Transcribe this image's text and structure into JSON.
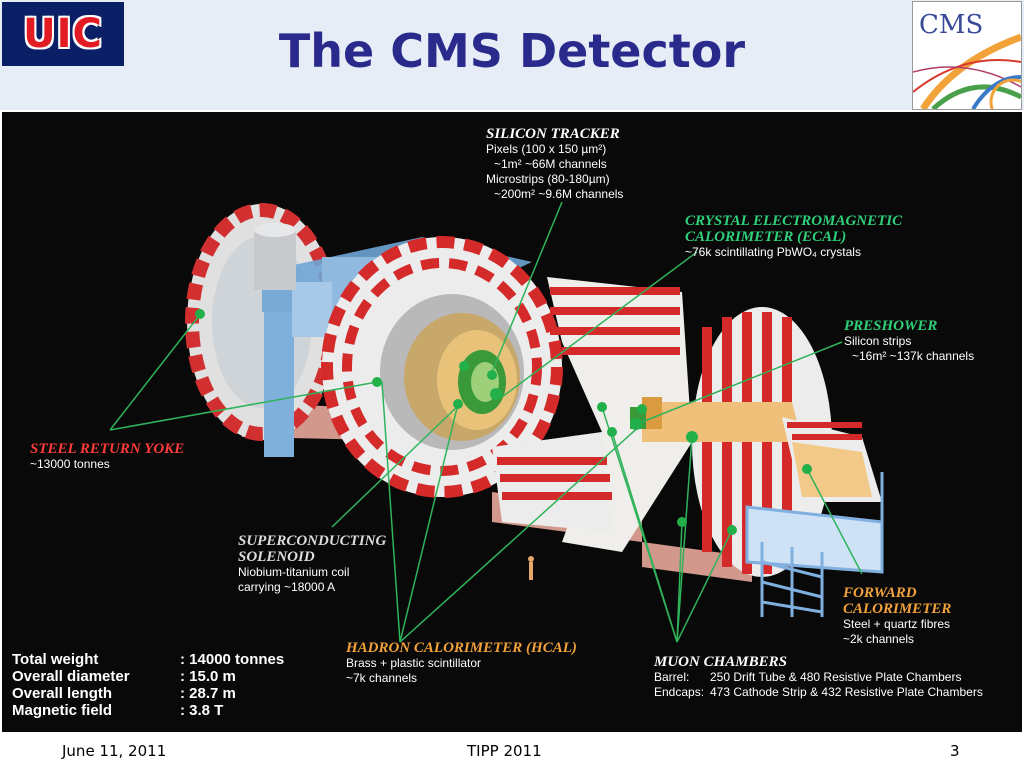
{
  "header": {
    "logo_left": "UIC",
    "title": "The CMS Detector",
    "logo_right": "CMS"
  },
  "labels": {
    "silicon_tracker": {
      "title": "SILICON TRACKER",
      "lines": [
        "Pixels (100 x 150 µm²)",
        "~1m²      ~66M channels",
        "Microstrips (80-180µm)",
        "~200m²   ~9.6M channels"
      ]
    },
    "ecal": {
      "title_1": "CRYSTAL ELECTROMAGNETIC",
      "title_2": "CALORIMETER (ECAL)",
      "line": "~76k scintillating PbWO₄ crystals"
    },
    "preshower": {
      "title": "PRESHOWER",
      "line_1": "Silicon strips",
      "line_2": "~16m²   ~137k channels"
    },
    "yoke": {
      "title": "STEEL RETURN YOKE",
      "line": "~13000 tonnes"
    },
    "solenoid": {
      "title_1": "SUPERCONDUCTING",
      "title_2": "SOLENOID",
      "line_1": "Niobium-titanium coil",
      "line_2": "carrying ~18000 A"
    },
    "hcal": {
      "title": "HADRON CALORIMETER (HCAL)",
      "line_1": "Brass + plastic scintillator",
      "line_2": "~7k channels"
    },
    "forward": {
      "title_1": "FORWARD",
      "title_2": "CALORIMETER",
      "line_1": "Steel + quartz fibres",
      "line_2": "~2k channels"
    },
    "muon": {
      "title": "MUON CHAMBERS",
      "barrel_key": "Barrel:",
      "barrel_val": "250 Drift Tube & 480 Resistive Plate Chambers",
      "endcaps_key": "Endcaps:",
      "endcaps_val": "473 Cathode Strip & 432 Resistive Plate Chambers"
    }
  },
  "stats": [
    {
      "key": "Total weight",
      "value": ": 14000 tonnes"
    },
    {
      "key": "Overall diameter",
      "value": ": 15.0 m"
    },
    {
      "key": "Overall length",
      "value": ": 28.7 m"
    },
    {
      "key": "Magnetic field",
      "value": ": 3.8 T"
    }
  ],
  "footer": {
    "date": "June 11, 2011",
    "event": "TIPP 2011",
    "page": "3"
  },
  "colors": {
    "title": "#2a2a8c",
    "header_bg": "#e6edf7",
    "figure_bg": "#090909",
    "leader": "#2fb35a"
  }
}
